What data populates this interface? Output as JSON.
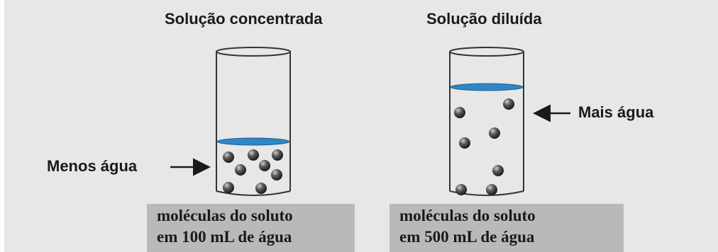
{
  "left_panel": {
    "title": "Solução concentrada",
    "side_label": "Menos água",
    "caption_line1": "moléculas do soluto",
    "caption_line2": "em 100 mL de água"
  },
  "right_panel": {
    "title": "Solução diluída",
    "side_label": "Mais água",
    "caption_line1": "moléculas do soluto",
    "caption_line2": "em 500 mL de água"
  },
  "colors": {
    "background": "#e7e7e7",
    "water_surface": "#2e86c7",
    "glass_outline": "#333333",
    "particle": "#4a4a4a",
    "caption_bg": "#b9b9b9"
  },
  "icons": [
    "beaker-icon",
    "arrow-right-icon",
    "arrow-left-icon",
    "particle-icon"
  ]
}
